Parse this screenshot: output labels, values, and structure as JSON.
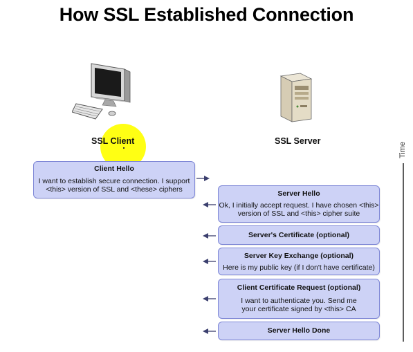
{
  "title": "How SSL Established Connection",
  "client": {
    "label": "SSL Client",
    "icon": "desktop-computer-icon"
  },
  "server": {
    "label": "SSL Server",
    "icon": "server-tower-icon"
  },
  "time_label": "Time",
  "colors": {
    "box_fill": "#cdd2f6",
    "box_border": "#7d86d6",
    "arrow": "#3b3f6e",
    "highlight": "#ffff00"
  },
  "messages": [
    {
      "title": "Client Hello",
      "body": "I want to establish secure connection. I support\n<this> version of SSL and <these> ciphers",
      "direction": "to-server"
    },
    {
      "title": "Server Hello",
      "body": "Ok, I initially accept request. I have chosen <this>\nversion of SSL and <this> cipher suite",
      "direction": "to-client"
    },
    {
      "title": "Server's Certificate (optional)",
      "body": "",
      "direction": "to-client"
    },
    {
      "title": "Server Key Exchange (optional)",
      "body": "Here is my public key (if I don't have certificate)",
      "direction": "to-client"
    },
    {
      "title": "Client Certificate Request (optional)",
      "body": "I want to authenticate you. Send me\nyour certificate signed by <this> CA",
      "direction": "to-client"
    },
    {
      "title": "Server Hello Done",
      "body": "",
      "direction": "to-client"
    }
  ]
}
